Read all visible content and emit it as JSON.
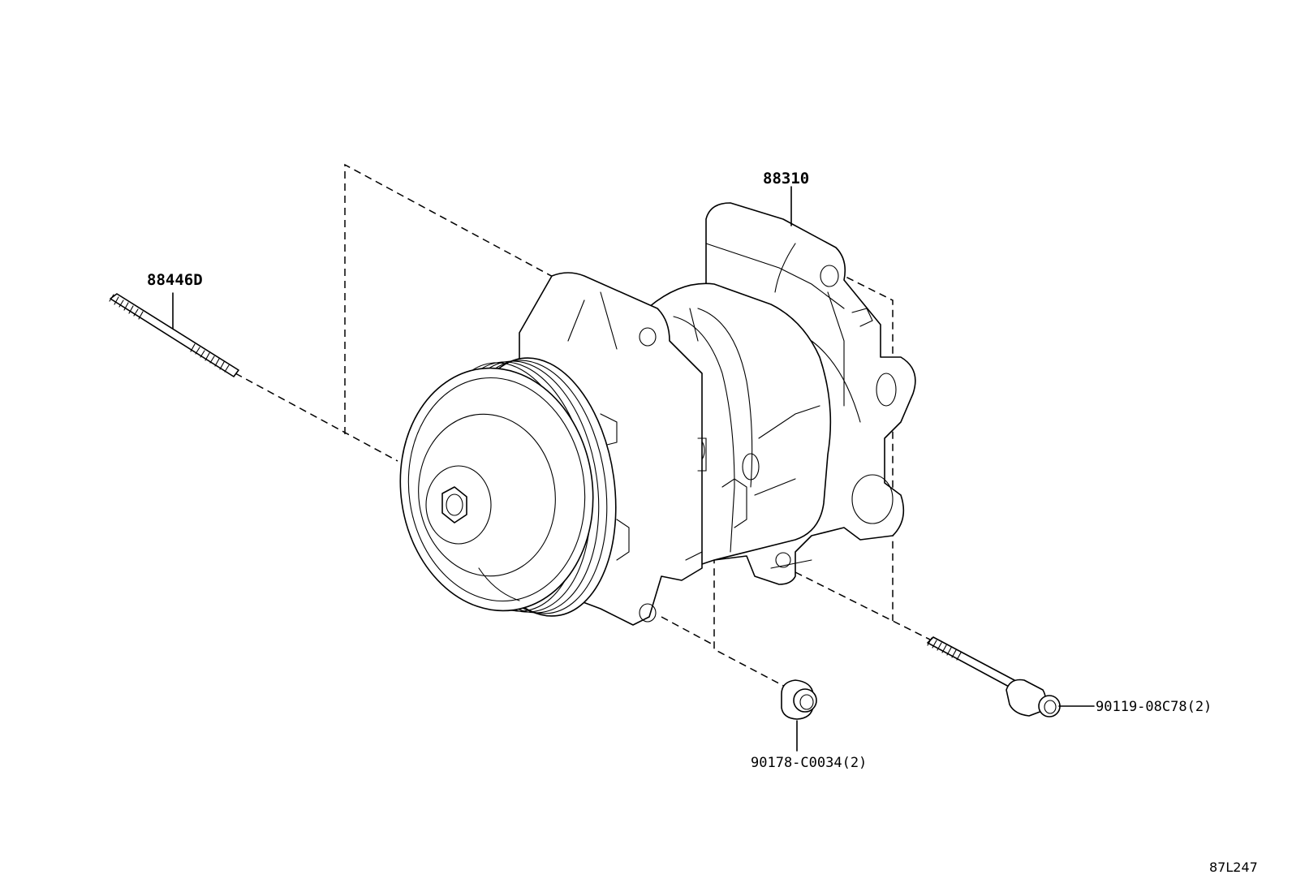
{
  "parts": {
    "stud": "88446D",
    "compressor": "88310",
    "nut": "90178-C0034(2)",
    "bolt": "90119-08C78(2)"
  },
  "illustration_code": "87L247"
}
